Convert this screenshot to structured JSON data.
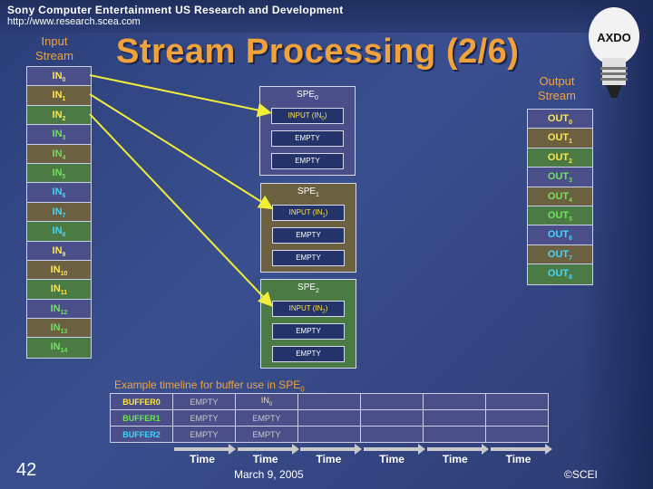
{
  "header": {
    "org": "Sony Computer Entertainment US Research and Development",
    "url": "http://www.research.scea.com",
    "logo_text": "AXDO"
  },
  "title": "Stream Processing (2/6)",
  "input_stream": {
    "label_line1": "Input",
    "label_line2": "Stream",
    "items": [
      {
        "base": "IN",
        "sub": "0",
        "bg": "#4a4f8a",
        "fg": "#ffe44a"
      },
      {
        "base": "IN",
        "sub": "1",
        "bg": "#6b6040",
        "fg": "#ffe44a"
      },
      {
        "base": "IN",
        "sub": "2",
        "bg": "#4b7a44",
        "fg": "#ffe44a"
      },
      {
        "base": "IN",
        "sub": "3",
        "bg": "#4a4f8a",
        "fg": "#6fe25a"
      },
      {
        "base": "IN",
        "sub": "4",
        "bg": "#6b6040",
        "fg": "#6fe25a"
      },
      {
        "base": "IN",
        "sub": "5",
        "bg": "#4b7a44",
        "fg": "#6fe25a"
      },
      {
        "base": "IN",
        "sub": "6",
        "bg": "#4a4f8a",
        "fg": "#3fd6ff"
      },
      {
        "base": "IN",
        "sub": "7",
        "bg": "#6b6040",
        "fg": "#3fd6ff"
      },
      {
        "base": "IN",
        "sub": "8",
        "bg": "#4b7a44",
        "fg": "#3fd6ff"
      },
      {
        "base": "IN",
        "sub": "9",
        "bg": "#4a4f8a",
        "fg": "#ffe44a"
      },
      {
        "base": "IN",
        "sub": "10",
        "bg": "#6b6040",
        "fg": "#ffe44a"
      },
      {
        "base": "IN",
        "sub": "11",
        "bg": "#4b7a44",
        "fg": "#ffe44a"
      },
      {
        "base": "IN",
        "sub": "12",
        "bg": "#4a4f8a",
        "fg": "#6fe25a"
      },
      {
        "base": "IN",
        "sub": "13",
        "bg": "#6b6040",
        "fg": "#6fe25a"
      },
      {
        "base": "IN",
        "sub": "14",
        "bg": "#4b7a44",
        "fg": "#6fe25a"
      }
    ]
  },
  "output_stream": {
    "label_line1": "Output",
    "label_line2": "Stream",
    "items": [
      {
        "base": "OUT",
        "sub": "0",
        "bg": "#4a4f8a",
        "fg": "#ffe44a"
      },
      {
        "base": "OUT",
        "sub": "1",
        "bg": "#6b6040",
        "fg": "#ffe44a"
      },
      {
        "base": "OUT",
        "sub": "2",
        "bg": "#4b7a44",
        "fg": "#ffe44a"
      },
      {
        "base": "OUT",
        "sub": "3",
        "bg": "#4a4f8a",
        "fg": "#6fe25a"
      },
      {
        "base": "OUT",
        "sub": "4",
        "bg": "#6b6040",
        "fg": "#6fe25a"
      },
      {
        "base": "OUT",
        "sub": "5",
        "bg": "#4b7a44",
        "fg": "#6fe25a"
      },
      {
        "base": "OUT",
        "sub": "6",
        "bg": "#4a4f8a",
        "fg": "#3fd6ff"
      },
      {
        "base": "OUT",
        "sub": "7",
        "bg": "#6b6040",
        "fg": "#3fd6ff"
      },
      {
        "base": "OUT",
        "sub": "8",
        "bg": "#4b7a44",
        "fg": "#3fd6ff"
      }
    ]
  },
  "spes": [
    {
      "base": "SPE",
      "sub": "0",
      "bg": "#4a4f8a",
      "buffers": [
        {
          "text": "INPUT (IN",
          "sub": "0",
          "close": ")",
          "input": true
        },
        {
          "text": "EMPTY",
          "sub": "",
          "close": "",
          "input": false
        },
        {
          "text": "EMPTY",
          "sub": "",
          "close": "",
          "input": false
        }
      ]
    },
    {
      "base": "SPE",
      "sub": "1",
      "bg": "#6b6040",
      "buffers": [
        {
          "text": "INPUT (IN",
          "sub": "1",
          "close": ")",
          "input": true
        },
        {
          "text": "EMPTY",
          "sub": "",
          "close": "",
          "input": false
        },
        {
          "text": "EMPTY",
          "sub": "",
          "close": "",
          "input": false
        }
      ]
    },
    {
      "base": "SPE",
      "sub": "2",
      "bg": "#4b7a44",
      "buffers": [
        {
          "text": "INPUT (IN",
          "sub": "2",
          "close": ")",
          "input": true
        },
        {
          "text": "EMPTY",
          "sub": "",
          "close": "",
          "input": false
        },
        {
          "text": "EMPTY",
          "sub": "",
          "close": "",
          "input": false
        }
      ]
    }
  ],
  "timeline": {
    "title": "Example timeline for buffer use in SPE",
    "title_sub": "0",
    "rows": [
      {
        "label": "BUFFER0",
        "label_color": "#ffe44a",
        "cells": [
          "EMPTY",
          "IN",
          "",
          "",
          "",
          ""
        ],
        "cell_sub": [
          "",
          "0",
          "",
          "",
          "",
          ""
        ],
        "cell_colors": [
          "#c9c9c9",
          "#ffe44a",
          "",
          "",
          "",
          ""
        ]
      },
      {
        "label": "BUFFER1",
        "label_color": "#6fe25a",
        "cells": [
          "EMPTY",
          "EMPTY",
          "",
          "",
          "",
          ""
        ],
        "cell_sub": [
          "",
          "",
          "",
          "",
          "",
          ""
        ],
        "cell_colors": [
          "#c9c9c9",
          "#c9c9c9",
          "",
          "",
          "",
          ""
        ]
      },
      {
        "label": "BUFFER2",
        "label_color": "#3fd6ff",
        "cells": [
          "EMPTY",
          "EMPTY",
          "",
          "",
          "",
          ""
        ],
        "cell_sub": [
          "",
          "",
          "",
          "",
          "",
          ""
        ],
        "cell_colors": [
          "#c9c9c9",
          "#c9c9c9",
          "",
          "",
          "",
          ""
        ]
      }
    ],
    "time_labels": [
      "Time",
      "Time",
      "Time",
      "Time",
      "Time",
      "Time"
    ]
  },
  "footer": {
    "page": "42",
    "date": "March 9, 2005",
    "copyright": "©SCEI"
  },
  "colors": {
    "accent": "#f2a23a",
    "arrow": "#f2ec3a"
  }
}
